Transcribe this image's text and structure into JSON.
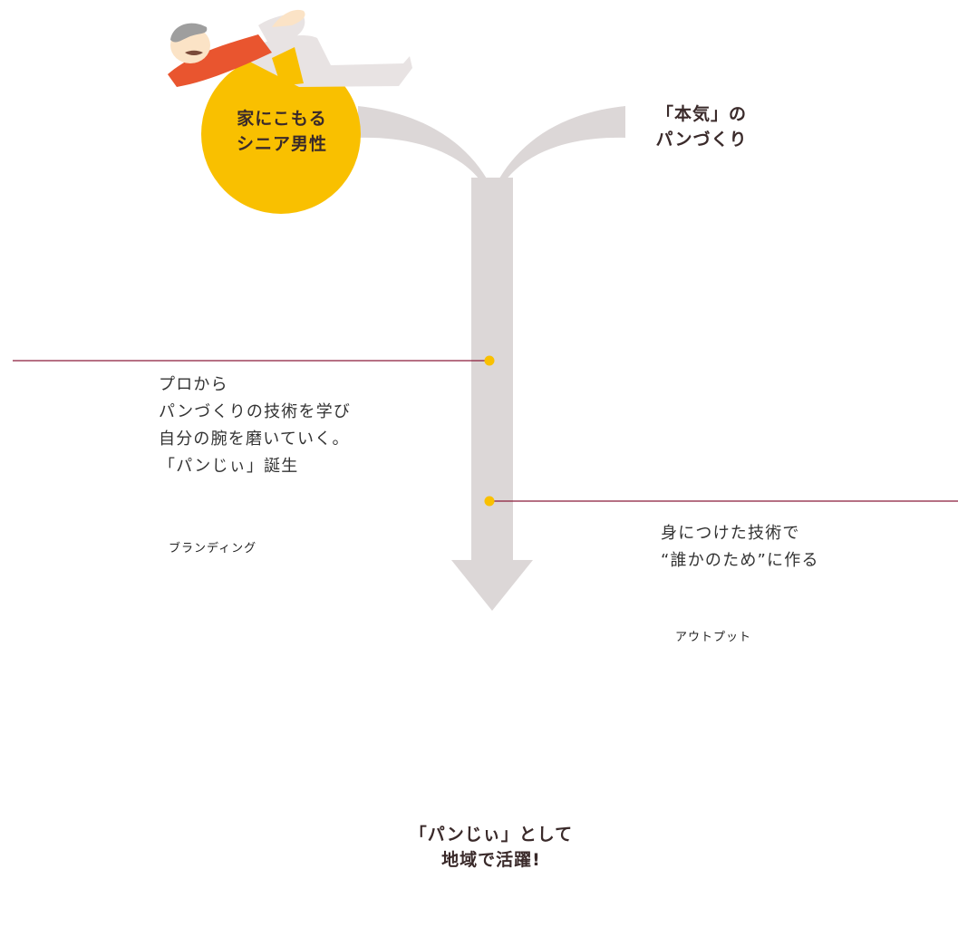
{
  "circles": {
    "start_left": {
      "line1": "家にこもる",
      "line2": "シニア男性"
    },
    "start_right": {
      "line1": "「本気」の",
      "line2": "パンづくり"
    },
    "goal": {
      "line1": "「パンじぃ」として",
      "line2": "地域で活躍!"
    }
  },
  "steps": [
    {
      "lines": [
        "プロから",
        "パンづくりの技術を学び",
        "自分の腕を磨いていく。",
        "「パンじぃ」誕生"
      ],
      "tag": "ブランディング"
    },
    {
      "lines": [
        "身につけた技術で",
        "“誰かのため”に作る"
      ],
      "tag": "アウトプット"
    }
  ],
  "colors": {
    "yellow": "#f9c000",
    "arrow_gray": "#dcd7d7",
    "line_maroon": "#8a1b3a",
    "flag_orange": "#ec5a3a",
    "skin": "#fbe3c6"
  }
}
